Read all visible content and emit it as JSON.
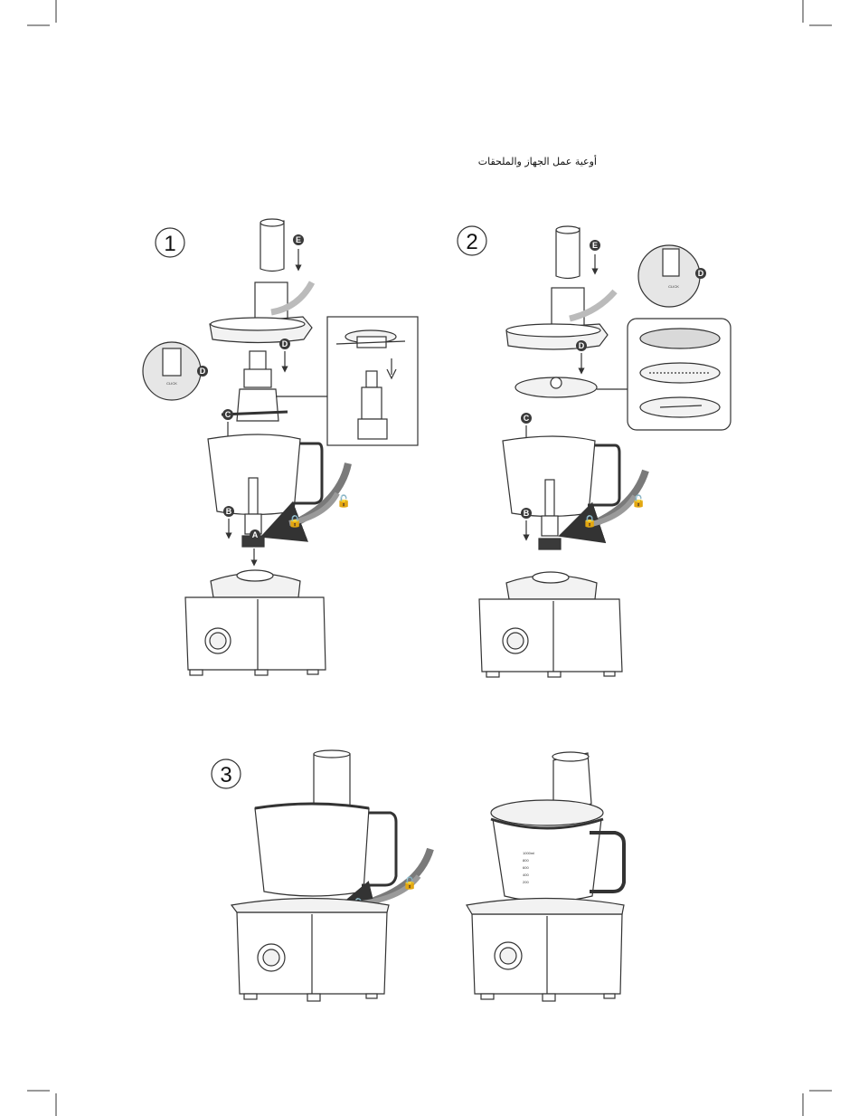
{
  "page": {
    "title": "أوعية عمل الجهاز والملحقات"
  },
  "steps": [
    {
      "number": "1",
      "labels": [
        "E",
        "D",
        "D",
        "C",
        "B",
        "A"
      ],
      "lock_symbols": [
        "🔓",
        "🔒"
      ]
    },
    {
      "number": "2",
      "labels": [
        "E",
        "D",
        "D",
        "C",
        "B"
      ],
      "lock_symbols": [
        "🔓",
        "🔒"
      ]
    },
    {
      "number": "3",
      "labels": [],
      "lock_symbols": [
        "🔓",
        "🔒"
      ]
    }
  ],
  "badge": {
    "text": "CLICK"
  },
  "measure_marks": [
    "1000ml",
    "800",
    "600",
    "400",
    "200"
  ],
  "colors": {
    "line": "#333333",
    "fill_light": "#f2f2f2",
    "arrow": "#6e6e6e",
    "label_bg": "#3a3a3a"
  }
}
